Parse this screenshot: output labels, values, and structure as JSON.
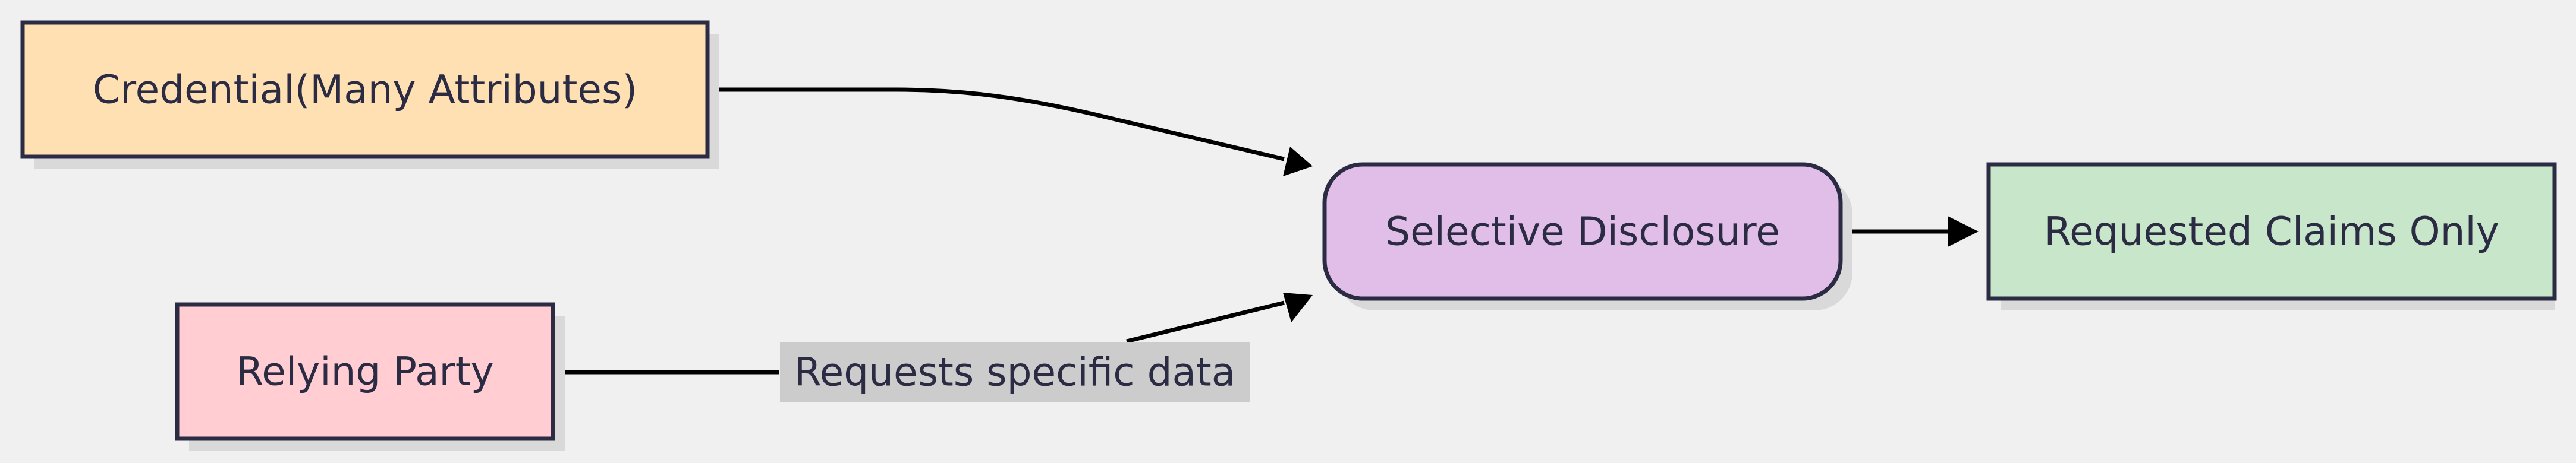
{
  "nodes": {
    "credential": {
      "label": "Credential(Many Attributes)",
      "fill": "#ffe0b2"
    },
    "relying_party": {
      "label": "Relying Party",
      "fill": "#ffcdd2"
    },
    "selective_disclosure": {
      "label": "Selective Disclosure",
      "fill": "#e1bee7"
    },
    "requested_claims": {
      "label": "Requested Claims Only",
      "fill": "#c8e6c9"
    }
  },
  "edges": {
    "relying_to_disclosure": {
      "label": "Requests specific data"
    }
  },
  "colors": {
    "background": "#f0f0f0",
    "stroke": "#2b2b44",
    "shadow": "#d9d9d9",
    "edge_label_background": "#cccccc"
  }
}
